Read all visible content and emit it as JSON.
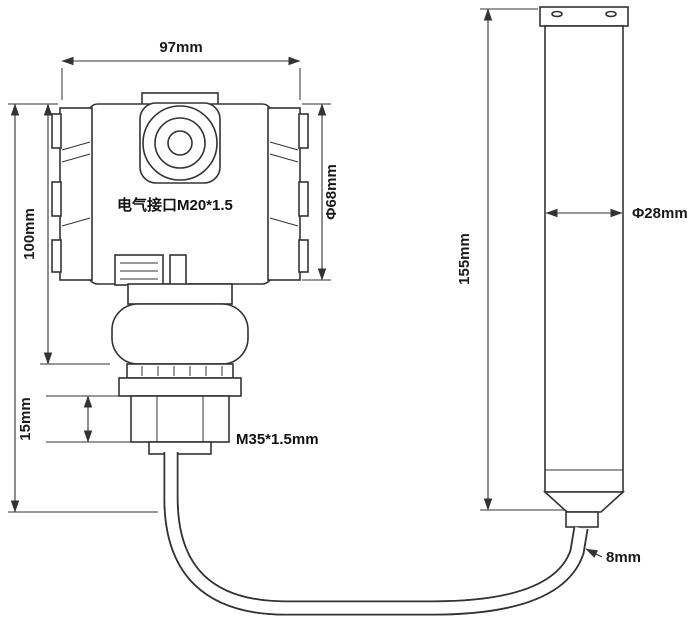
{
  "drawing": {
    "background": "#ffffff",
    "line_color": "#333333",
    "text_color": "#1a1a1a",
    "transmitter_view": {
      "dim_width_top": "97mm",
      "dim_height_left": "100mm",
      "dim_body_diameter": "Φ68mm",
      "callout_electrical_port": "电气接口M20*1.5",
      "dim_flange_height": "15mm",
      "callout_thread": "M35*1.5mm"
    },
    "probe_view": {
      "dim_probe_length": "155mm",
      "dim_probe_diameter": "Φ28mm",
      "dim_cable_diameter": "8mm"
    }
  }
}
